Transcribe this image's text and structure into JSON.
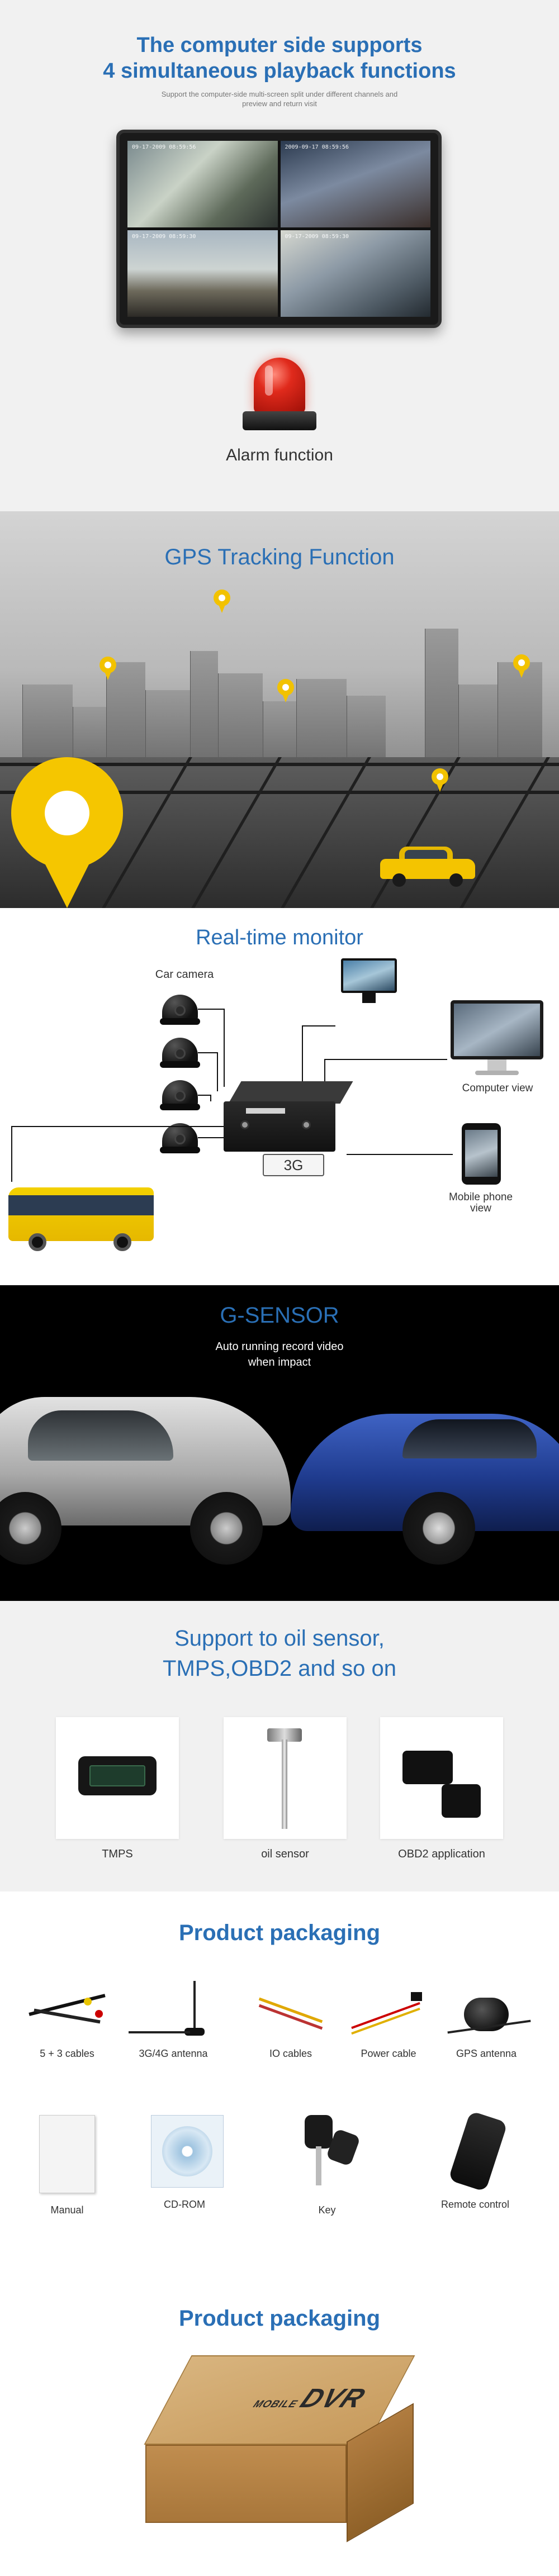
{
  "playback": {
    "title_line1": "The computer side supports",
    "title_line2": "4 simultaneous playback functions",
    "subtitle": "Support the computer-side multi-screen split under different channels and preview and return visit",
    "cam_timestamps": [
      "09-17-2009 08:59:56",
      "2009-09-17 08:59:56",
      "09-17-2009 08:59:30",
      "09-17-2009 08:59:30"
    ],
    "alarm_label": "Alarm function"
  },
  "gps": {
    "title": "GPS Tracking Function"
  },
  "monitor": {
    "title": "Real-time monitor",
    "car_camera_label": "Car camera",
    "computer_view_label": "Computer view",
    "mobile_view_line1": "Mobile phone",
    "mobile_view_line2": "view",
    "network_badge": "3G"
  },
  "gsensor": {
    "title": "G-SENSOR",
    "desc_line1": "Auto running record video",
    "desc_line2": "when impact"
  },
  "sensors": {
    "title_line1": "Support to oil sensor,",
    "title_line2": "TMPS,OBD2  and so on",
    "items": [
      {
        "label": "TMPS"
      },
      {
        "label": "oil sensor"
      },
      {
        "label": "OBD2 application"
      }
    ]
  },
  "accessories": {
    "title": "Product  packaging",
    "items": [
      {
        "label": "5 + 3 cables"
      },
      {
        "label": "3G/4G antenna"
      },
      {
        "label": "IO cables"
      },
      {
        "label": "Power cable"
      },
      {
        "label": "GPS antenna"
      },
      {
        "label": "Manual"
      },
      {
        "label": "CD-ROM"
      },
      {
        "label": "Key"
      },
      {
        "label": "Remote control"
      }
    ]
  },
  "box": {
    "title": "Product  packaging",
    "brand_prefix": "MOBILE",
    "brand": "DVR"
  },
  "colors": {
    "heading_blue": "#2a6fb5",
    "pin_yellow": "#f2c200",
    "alarm_red": "#e02a1c"
  }
}
